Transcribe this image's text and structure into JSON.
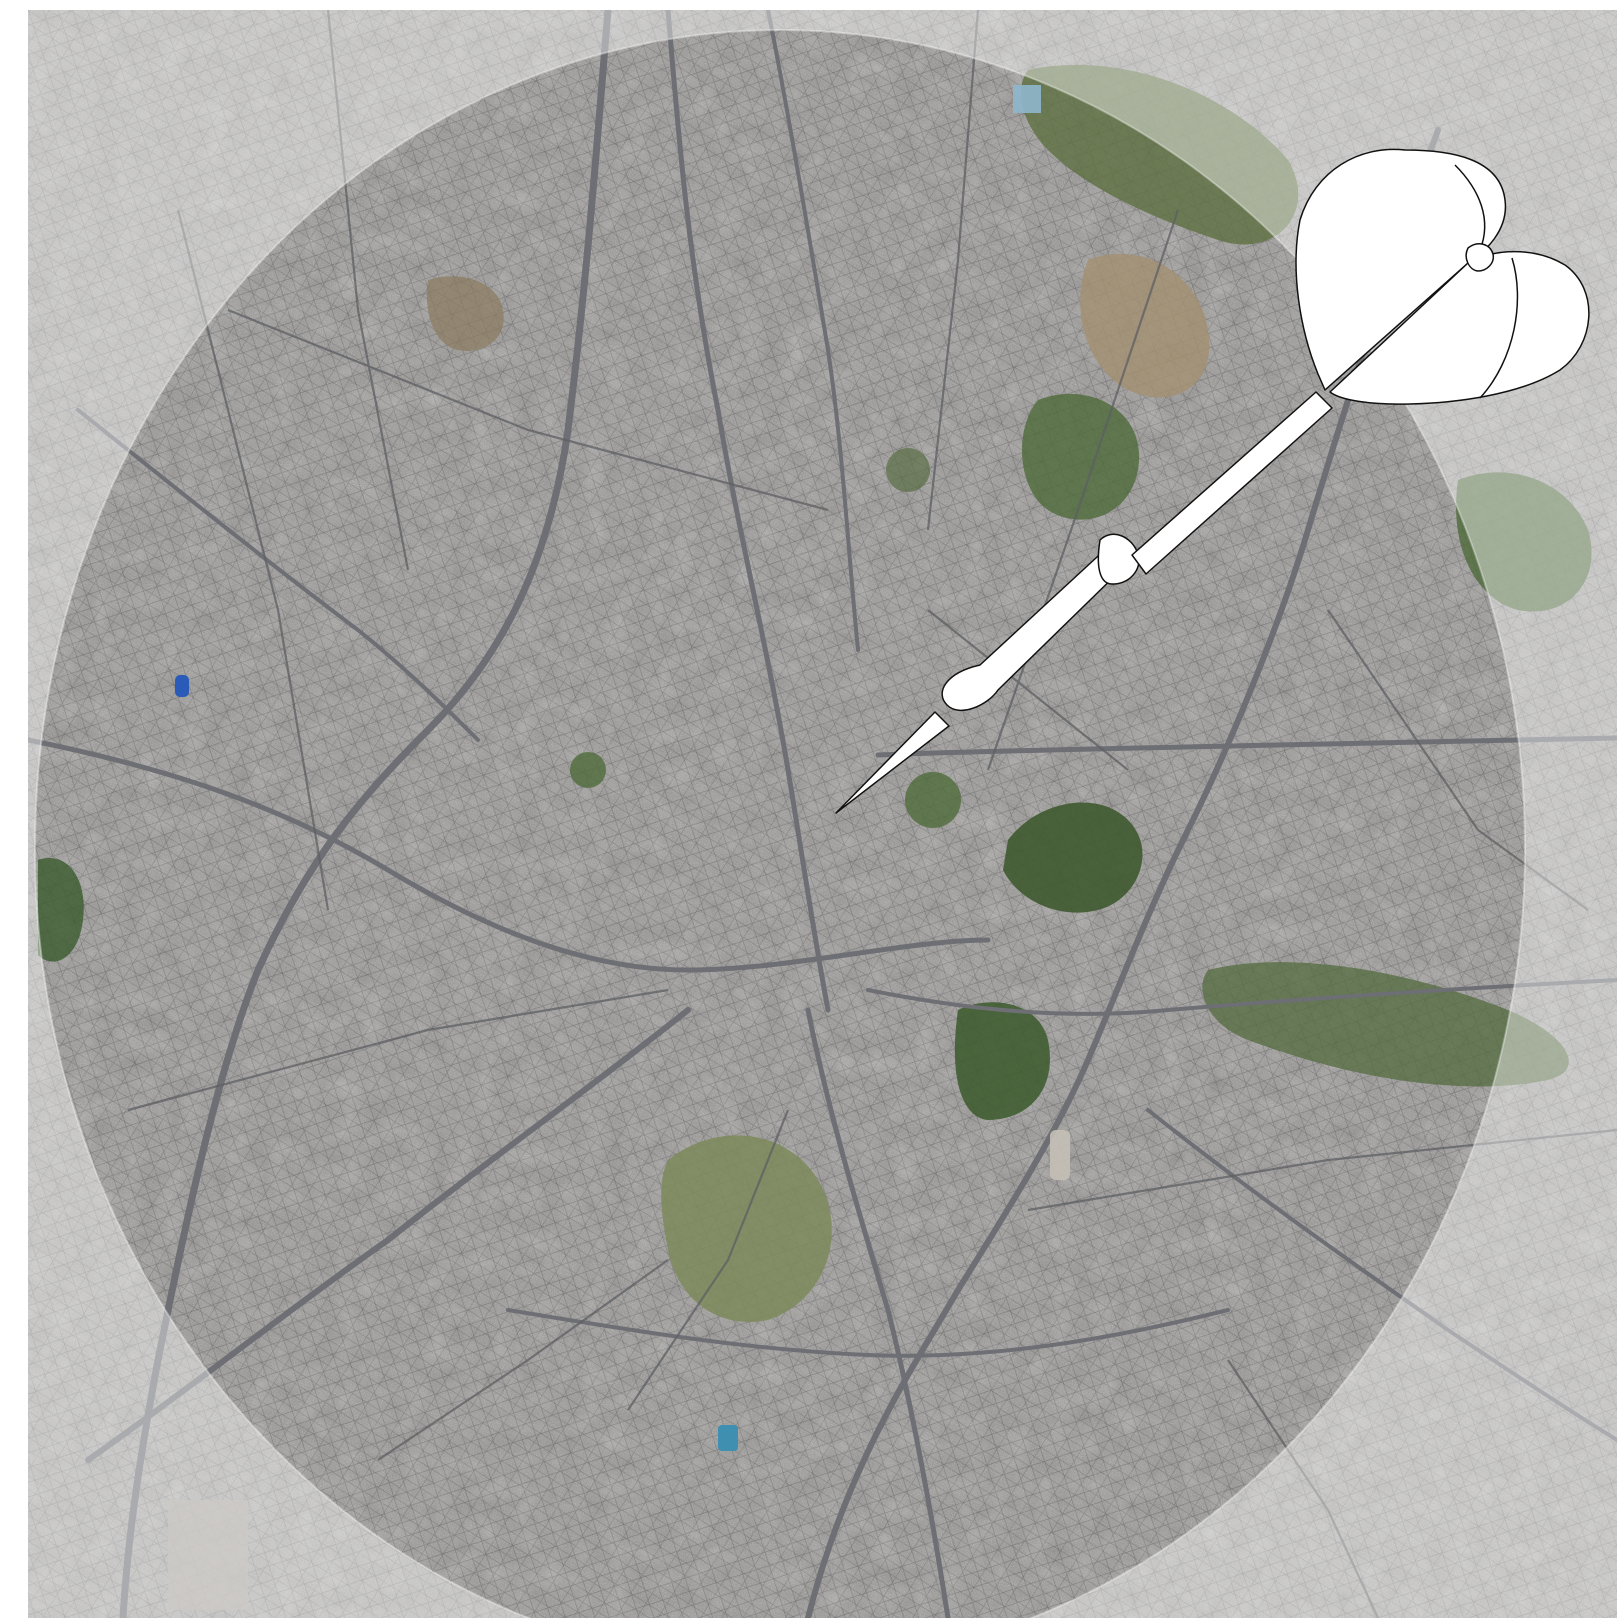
{
  "map": {
    "style": "aerial-satellite-imagery",
    "focus_shape": "circle",
    "outer_veil": "white-translucent",
    "colors": {
      "urban_base": "#8d8b89",
      "urban_dark": "#4a4948",
      "urban_light": "#c9c6c2",
      "road": "#6d6f74",
      "green": "#4e6a3a",
      "park_light": "#7c8a5a",
      "terrain": "#a39070",
      "veil": "#ffffff"
    }
  },
  "dart": {
    "icon": "dart-icon",
    "fill": "#ffffff",
    "stroke": "#111111"
  }
}
